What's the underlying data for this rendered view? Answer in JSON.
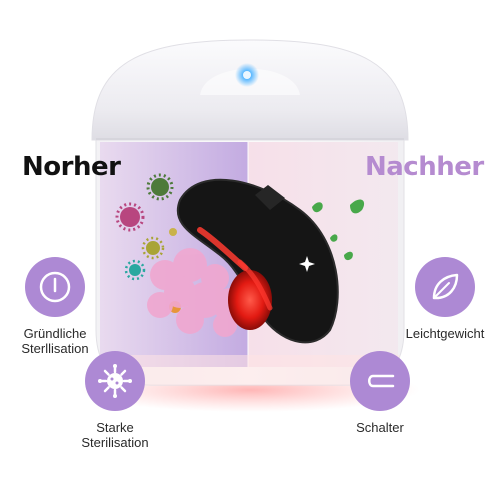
{
  "headline_before": "Norher",
  "headline_after": "Nachher",
  "features": {
    "thorough": {
      "icon": "power-icon",
      "label_line1": "Gründliche",
      "label_line2": "Sterllisation"
    },
    "strong": {
      "icon": "virus-icon",
      "label_line1": "Starke",
      "label_line2": "Sterilisation"
    },
    "light": {
      "icon": "leaf-icon",
      "label": "Leichtgewicht"
    },
    "switch": {
      "icon": "switch-icon",
      "label": "Schalter"
    }
  },
  "colors": {
    "accent_purple": "#ad89d4",
    "after_text": "#b58bd0",
    "indicator_blue": "#5ab8ff",
    "device_red": "#ff2a20"
  }
}
